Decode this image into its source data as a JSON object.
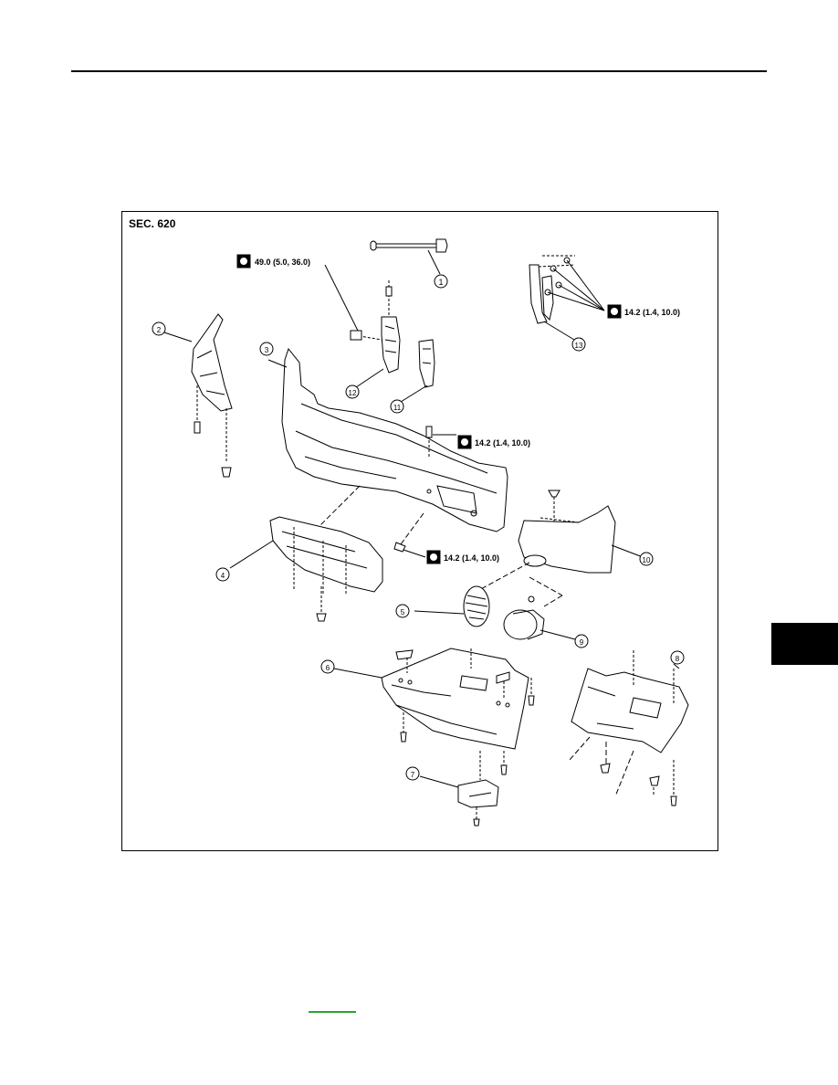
{
  "diagram": {
    "section_label": "SEC. 620",
    "torques": {
      "t1": "49.0 (5.0, 36.0)",
      "t2": "14.2 (1.4, 10.0)",
      "t3": "14.2 (1.4, 10.0)",
      "t4": "14.2 (1.4, 10.0)"
    },
    "callouts": {
      "c1": "1",
      "c2": "2",
      "c3": "3",
      "c4": "4",
      "c5": "5",
      "c6": "6",
      "c7": "7",
      "c8": "8",
      "c9": "9",
      "c10": "10",
      "c11": "11",
      "c12": "12",
      "c13": "13"
    }
  },
  "colors": {
    "tab_marker": "#000000",
    "footer_link": "#2fa32f"
  }
}
